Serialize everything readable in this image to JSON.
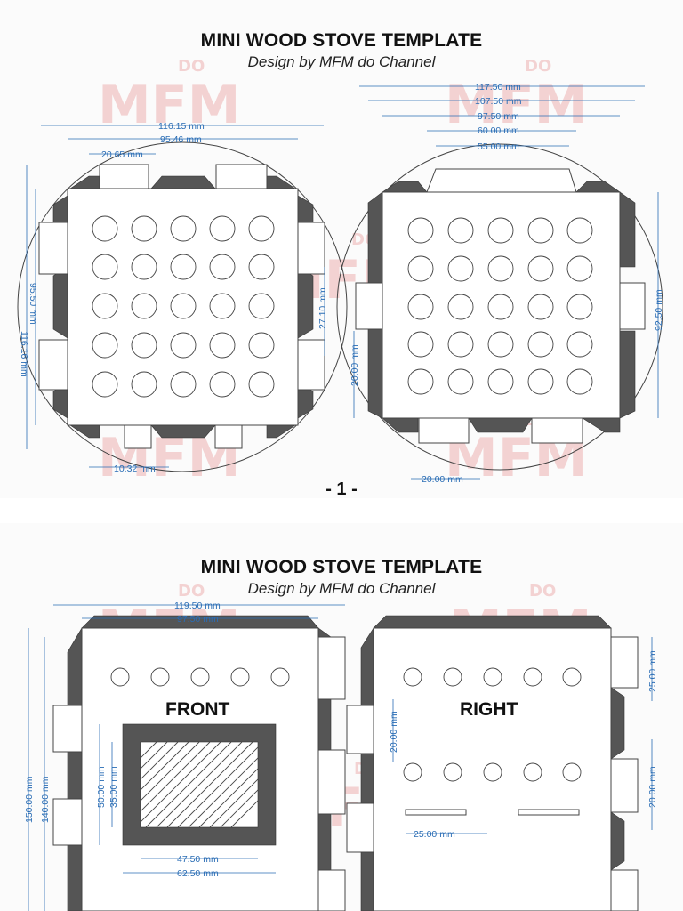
{
  "pages": [
    {
      "title": "MINI WOOD STOVE TEMPLATE",
      "subtitle": "Design by MFM do Channel",
      "page_number": "- 1 -",
      "dims": {
        "d116_15": "116.15 mm",
        "d95_46": "95.46 mm",
        "d20_65": "20.65 mm",
        "d95_50": "95.50 mm",
        "d116_16": "116.16 mm",
        "d27_10": "27.10 mm",
        "d10_32": "10.32 mm",
        "d117_50": "117.50 mm",
        "d107_50": "107.50 mm",
        "d97_50": "97.50 mm",
        "d60_00": "60.00 mm",
        "d55_00": "55.00 mm",
        "d20_00_v": "20.00 mm",
        "d92_50": "92.50 mm",
        "d20_00_h": "20.00 mm"
      }
    },
    {
      "title": "MINI WOOD STOVE TEMPLATE",
      "subtitle": "Design by MFM do Channel",
      "labels": {
        "front": "FRONT",
        "right": "RIGHT"
      },
      "dims": {
        "d119_50": "119.50 mm",
        "d97_50": "97.50 mm",
        "d150_00": "150.00 mm",
        "d140_00": "140.00 mm",
        "d50_00": "50.00 mm",
        "d35_00": "35.00 mm",
        "d47_50": "47.50 mm",
        "d62_50": "62.50 mm",
        "d20_00_v": "20.00 mm",
        "d25_00_h": "25.00 mm",
        "d25_00_v": "25.00 mm",
        "d20_00_r": "20.00 mm"
      }
    }
  ],
  "watermark": {
    "text": "MFM",
    "superscript": "DO"
  },
  "colors": {
    "dimension": "#2a6db5",
    "watermark": "#e06a6a",
    "tab_fill": "#555555"
  }
}
